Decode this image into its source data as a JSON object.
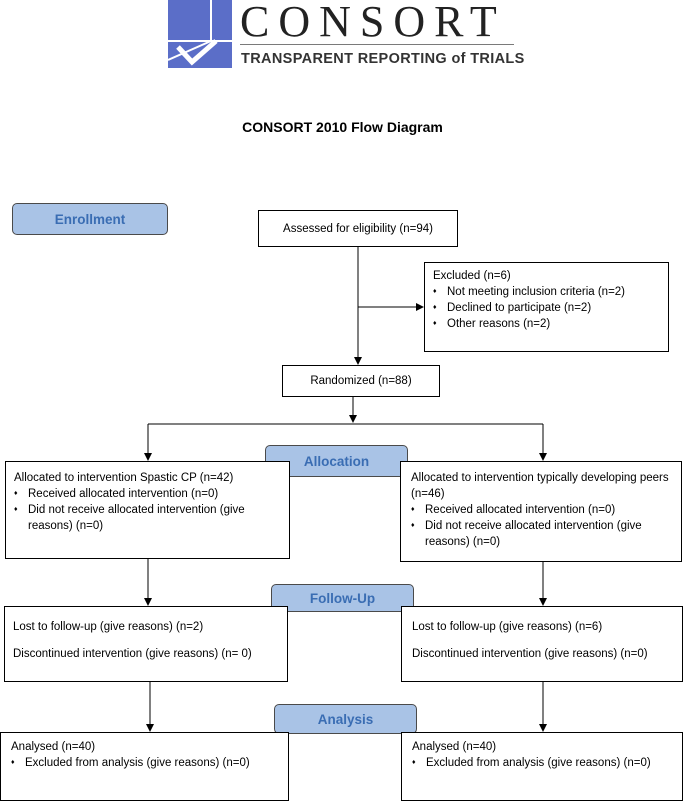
{
  "logo": {
    "wordmark": "CONSORT",
    "tagline": "TRANSPARENT REPORTING of TRIALS",
    "mark_color": "#5b6ec8"
  },
  "title": "CONSORT 2010 Flow Diagram",
  "stages": {
    "enrollment": "Enrollment",
    "allocation": "Allocation",
    "follow_up": "Follow-Up",
    "analysis": "Analysis"
  },
  "enrollment": {
    "assessed": "Assessed for eligibility (n=94)",
    "excluded": {
      "header": "Excluded (n=6)",
      "items": [
        "Not meeting inclusion criteria (n=2)",
        "Declined to participate (n=2)",
        "Other reasons (n=2)"
      ]
    },
    "randomized": "Randomized (n=88)"
  },
  "bullet_glyph": "♦",
  "left_arm": {
    "allocation": {
      "header": "Allocated to intervention Spastic CP (n=42)",
      "items": [
        "Received allocated intervention (n=0)",
        "Did not receive allocated intervention (give reasons) (n=0)"
      ]
    },
    "follow_up": {
      "lost": "Lost to follow-up (give reasons) (n=2)",
      "discontinued": "Discontinued intervention (give reasons) (n= 0)"
    },
    "analysis": {
      "analysed": "Analysed (n=40)",
      "excluded": "Excluded from analysis (give reasons) (n=0)"
    }
  },
  "right_arm": {
    "allocation": {
      "header": "Allocated to intervention typically developing peers (n=46)",
      "items": [
        "Received allocated intervention (n=0)",
        "Did not receive allocated intervention (give reasons) (n=0)"
      ]
    },
    "follow_up": {
      "lost": "Lost to follow-up (give reasons) (n=6)",
      "discontinued": "Discontinued intervention (give reasons) (n=0)"
    },
    "analysis": {
      "analysed": "Analysed (n=40)",
      "excluded": "Excluded from analysis (give reasons) (n=0)"
    }
  },
  "colors": {
    "stage_fill": "#a9c3e6",
    "stage_text": "#3a6db3"
  }
}
